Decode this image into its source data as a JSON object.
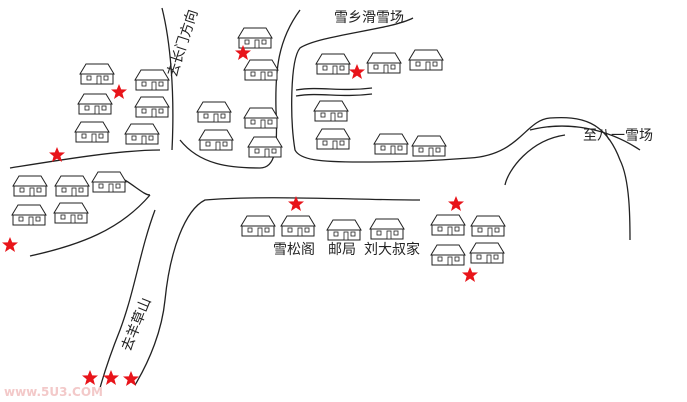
{
  "map": {
    "labels": {
      "village_ski": "雪乡滑雪场",
      "road_west": "去长门方向",
      "road_south": "去羊草山",
      "road_east": "至八一雪场",
      "xuesong": "雪松阁",
      "post": "邮局",
      "liu": "刘大叔家"
    },
    "watermark": "www.5U3.COM",
    "colors": {
      "star": "#e8141a",
      "line": "#222222",
      "house": "#ffffff"
    }
  }
}
